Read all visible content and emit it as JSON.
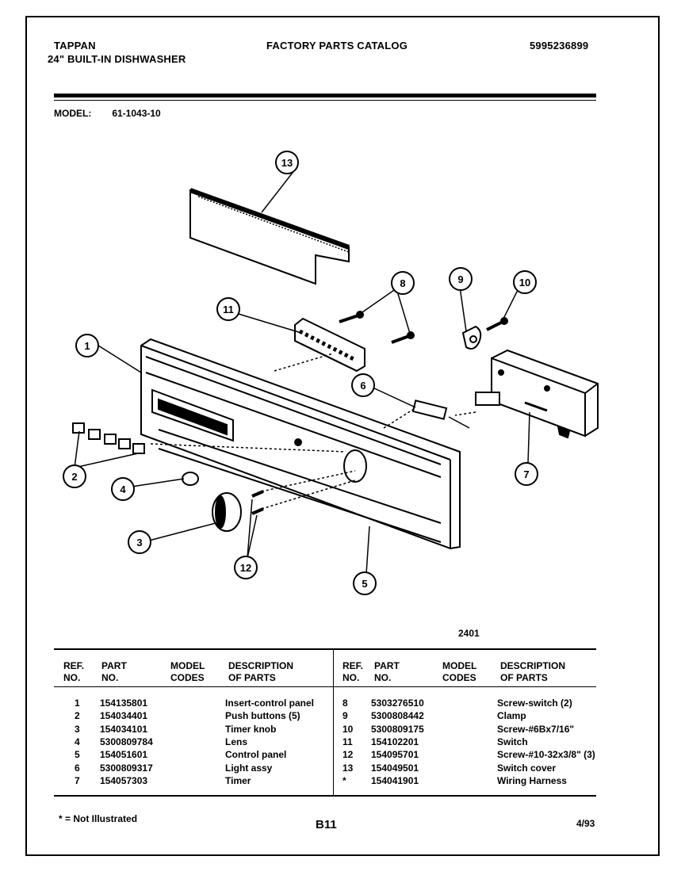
{
  "header": {
    "brand": "TAPPAN",
    "product": "24\" BUILT-IN DISHWASHER",
    "catalog_title": "FACTORY PARTS CATALOG",
    "catalog_number": "5995236899"
  },
  "model": {
    "label": "MODEL:",
    "value": "61-1043-10"
  },
  "diagram": {
    "figure_number": "2401",
    "callouts": [
      "1",
      "2",
      "3",
      "4",
      "5",
      "6",
      "7",
      "8",
      "9",
      "10",
      "11",
      "12",
      "13"
    ]
  },
  "table": {
    "headers": {
      "ref": "REF.",
      "ref2": "NO.",
      "part": "PART",
      "part2": "NO.",
      "model": "MODEL",
      "model2": "CODES",
      "desc": "DESCRIPTION",
      "desc2": "OF PARTS"
    },
    "left_rows": [
      {
        "ref": "1",
        "part": "154135801",
        "codes": "",
        "desc": "Insert-control panel"
      },
      {
        "ref": "2",
        "part": "154034401",
        "codes": "",
        "desc": "Push buttons (5)"
      },
      {
        "ref": "3",
        "part": "154034101",
        "codes": "",
        "desc": "Timer knob"
      },
      {
        "ref": "4",
        "part": "5300809784",
        "codes": "",
        "desc": "Lens"
      },
      {
        "ref": "5",
        "part": "154051601",
        "codes": "",
        "desc": "Control panel"
      },
      {
        "ref": "6",
        "part": "5300809317",
        "codes": "",
        "desc": "Light assy"
      },
      {
        "ref": "7",
        "part": "154057303",
        "codes": "",
        "desc": "Timer"
      }
    ],
    "right_rows": [
      {
        "ref": "8",
        "part": "5303276510",
        "codes": "",
        "desc": "Screw-switch (2)"
      },
      {
        "ref": "9",
        "part": "5300808442",
        "codes": "",
        "desc": "Clamp"
      },
      {
        "ref": "10",
        "part": "5300809175",
        "codes": "",
        "desc": "Screw-#6Bx7/16\""
      },
      {
        "ref": "11",
        "part": "154102201",
        "codes": "",
        "desc": "Switch"
      },
      {
        "ref": "12",
        "part": "154095701",
        "codes": "",
        "desc": "Screw-#10-32x3/8\" (3)"
      },
      {
        "ref": "13",
        "part": "154049501",
        "codes": "",
        "desc": "Switch cover"
      },
      {
        "ref": "*",
        "part": "154041901",
        "codes": "",
        "desc": "Wiring Harness"
      }
    ]
  },
  "footer": {
    "footnote": "* = Not Illustrated",
    "page_code": "B11",
    "date": "4/93"
  }
}
